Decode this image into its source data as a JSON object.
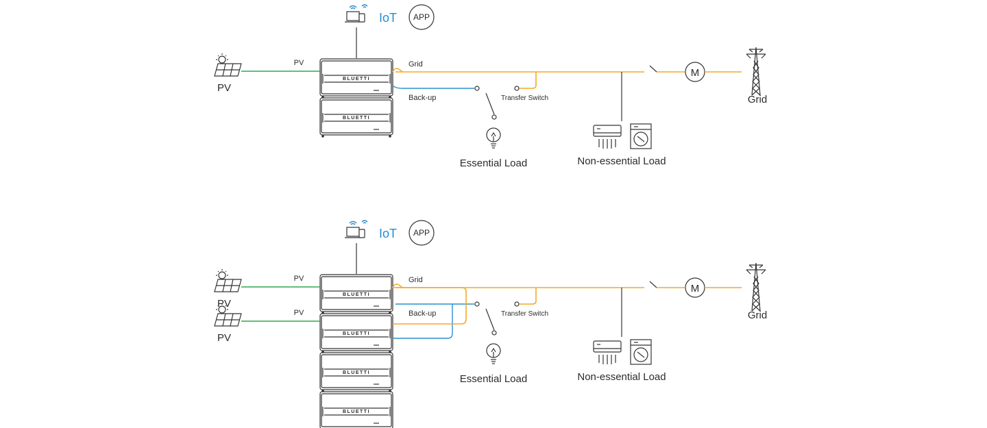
{
  "colors": {
    "pv_wire": "#2ea84a",
    "grid_wire": "#f3a925",
    "backup_wire": "#2b8fd0",
    "iot_text": "#1e8fd2"
  },
  "icons": [
    "solar-panel-icon",
    "laptop-phone-wifi-icon",
    "app-circle-icon",
    "battery-unit-icon",
    "bulb-icon",
    "air-conditioner-icon",
    "washing-machine-icon",
    "meter-icon",
    "transmission-tower-icon",
    "switch-icon"
  ],
  "diagrams": [
    {
      "iot_label": "IoT",
      "app_label": "APP",
      "pv_sources": [
        {
          "label": "PV",
          "wire_label": "PV"
        }
      ],
      "units": [
        "BLUETTI",
        "BLUETTI"
      ],
      "grid_wire_label": "Grid",
      "backup_wire_label": "Back-up",
      "transfer_switch_label": "Transfer Switch",
      "essential_load_label": "Essential Load",
      "non_essential_load_label": "Non-essential Load",
      "meter_label": "M",
      "grid_label": "Grid"
    },
    {
      "iot_label": "IoT",
      "app_label": "APP",
      "pv_sources": [
        {
          "label": "PV",
          "wire_label": "PV"
        },
        {
          "label": "PV",
          "wire_label": "PV"
        }
      ],
      "units": [
        "BLUETTI",
        "BLUETTI",
        "BLUETTI",
        "BLUETTI"
      ],
      "grid_wire_label": "Grid",
      "backup_wire_label": "Back-up",
      "transfer_switch_label": "Transfer Switch",
      "essential_load_label": "Essential Load",
      "non_essential_load_label": "Non-essential Load",
      "meter_label": "M",
      "grid_label": "Grid"
    }
  ]
}
